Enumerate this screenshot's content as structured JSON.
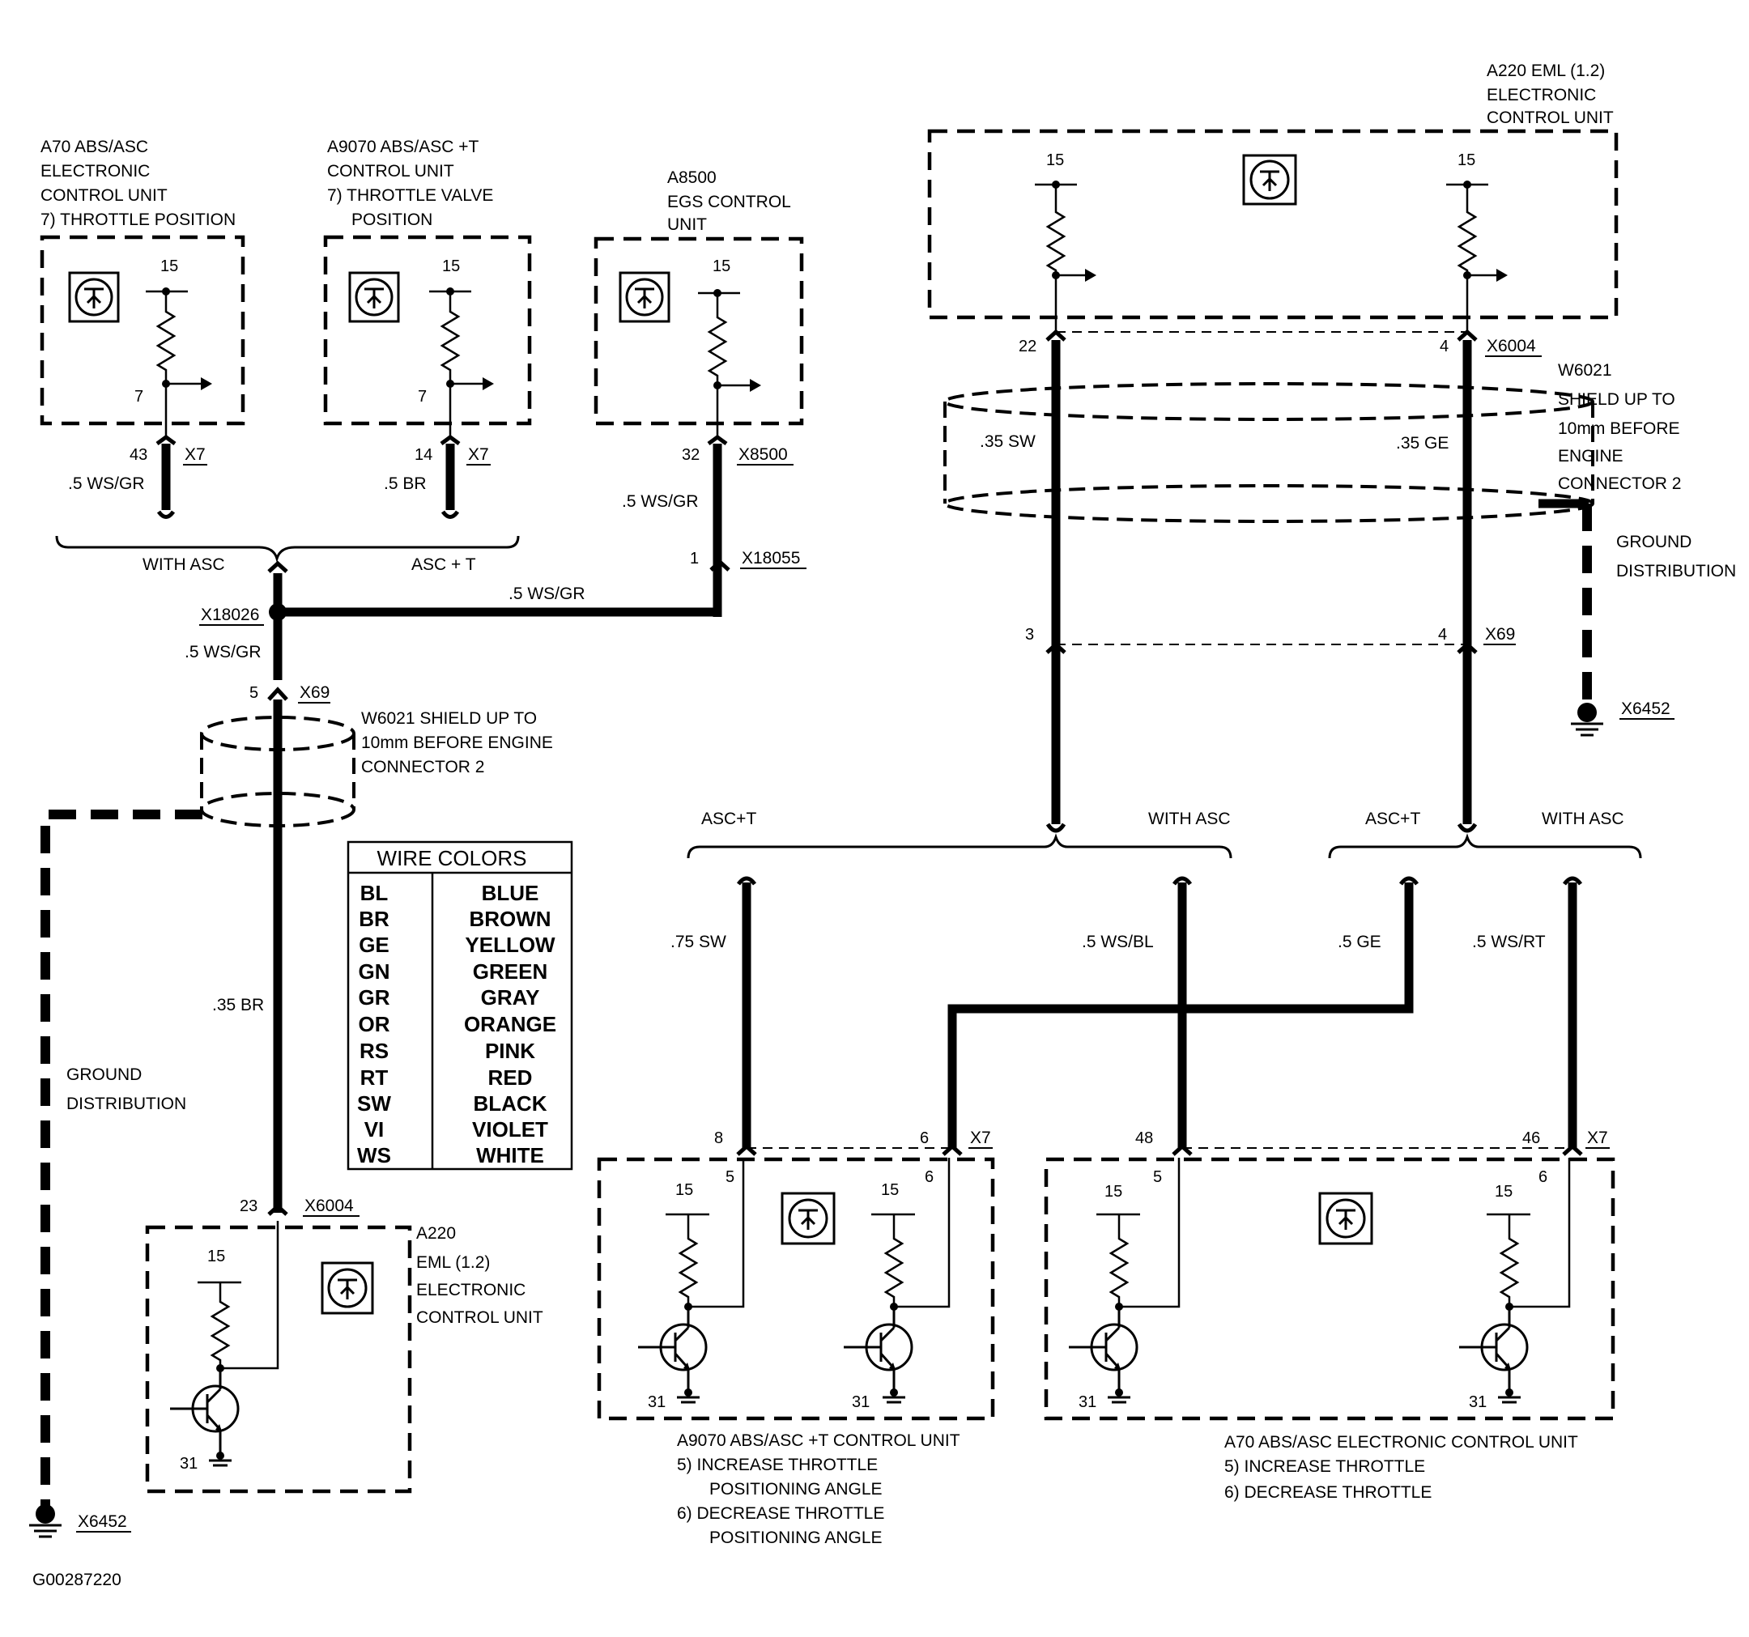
{
  "figure_id": "G00287220",
  "components": {
    "a70_top": [
      "A70 ABS/ASC",
      "ELECTRONIC",
      "CONTROL UNIT",
      "7) THROTTLE POSITION"
    ],
    "a9070_top": [
      "A9070 ABS/ASC +T",
      "CONTROL UNIT",
      "7) THROTTLE VALVE",
      "POSITION"
    ],
    "a8500": [
      "A8500",
      "EGS CONTROL",
      "UNIT"
    ],
    "a220_top": [
      "A220 EML (1.2)",
      "ELECTRONIC",
      "CONTROL UNIT"
    ],
    "a220_bottom": [
      "A220",
      "EML (1.2)",
      "ELECTRONIC",
      "CONTROL UNIT"
    ],
    "a9070_bottom": [
      "A9070 ABS/ASC +T  CONTROL UNIT",
      "5)   INCREASE THROTTLE",
      "POSITIONING ANGLE",
      "6)   DECREASE THROTTLE",
      "POSITIONING ANGLE"
    ],
    "a70_bottom": [
      "A70  ABS/ASC ELECTRONIC CONTROL  UNIT",
      "5)   INCREASE THROTTLE",
      "6)   DECREASE THROTTLE"
    ]
  },
  "shield_right": [
    "W6021",
    "SHIELD UP TO",
    "10mm BEFORE",
    "ENGINE",
    "CONNECTOR 2"
  ],
  "shield_left": [
    "W6021 SHIELD UP TO",
    "10mm BEFORE ENGINE",
    "CONNECTOR 2"
  ],
  "ground_right": [
    "GROUND",
    "DISTRIBUTION"
  ],
  "ground_left": [
    "GROUND",
    "DISTRIBUTION"
  ],
  "connectors": {
    "x7": "X7",
    "x8500": "X8500",
    "x18055": "X18055",
    "x18026": "X18026",
    "x69": "X69",
    "x6004": "X6004",
    "x6452": "X6452"
  },
  "wires": {
    "ws_gr": ".5 WS/GR",
    "br_5": ".5 BR",
    "sw_35": ".35 SW",
    "ge_35": ".35 GE",
    "br_35": ".35 BR",
    "sw_75": ".75 SW",
    "ws_bl": ".5 WS/BL",
    "ge_5": ".5 GE",
    "ws_rt": ".5 WS/RT"
  },
  "branches": {
    "with_asc": "WITH ASC",
    "asc_t": "ASC + T",
    "asc_t2": "ASC+T"
  },
  "pins": [
    "15",
    "7",
    "43",
    "14",
    "32",
    "1",
    "5",
    "22",
    "4",
    "3",
    "23",
    "8",
    "6",
    "48",
    "46",
    "31"
  ],
  "wire_colors": {
    "title": "WIRE COLORS",
    "rows": [
      [
        "BL",
        "BLUE"
      ],
      [
        "BR",
        "BROWN"
      ],
      [
        "GE",
        "YELLOW"
      ],
      [
        "GN",
        "GREEN"
      ],
      [
        "GR",
        "GRAY"
      ],
      [
        "OR",
        "ORANGE"
      ],
      [
        "RS",
        "PINK"
      ],
      [
        "RT",
        "RED"
      ],
      [
        "SW",
        "BLACK"
      ],
      [
        "VI",
        "VIOLET"
      ],
      [
        "WS",
        "WHITE"
      ]
    ]
  }
}
